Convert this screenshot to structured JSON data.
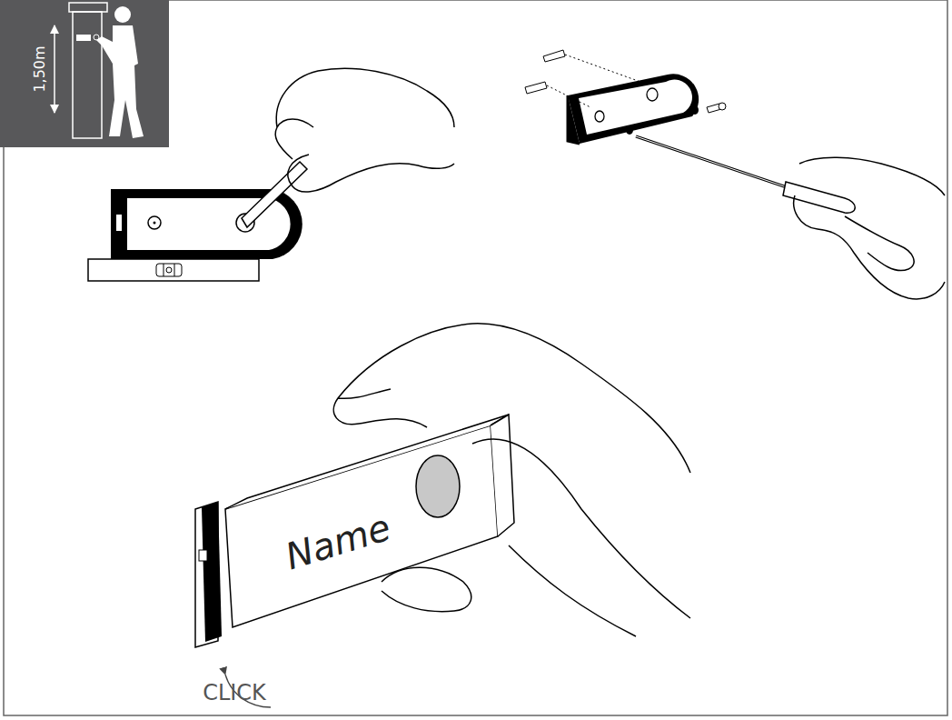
{
  "diagram": {
    "labels": [
      "1,50m",
      "Name",
      "CLICK"
    ]
  }
}
